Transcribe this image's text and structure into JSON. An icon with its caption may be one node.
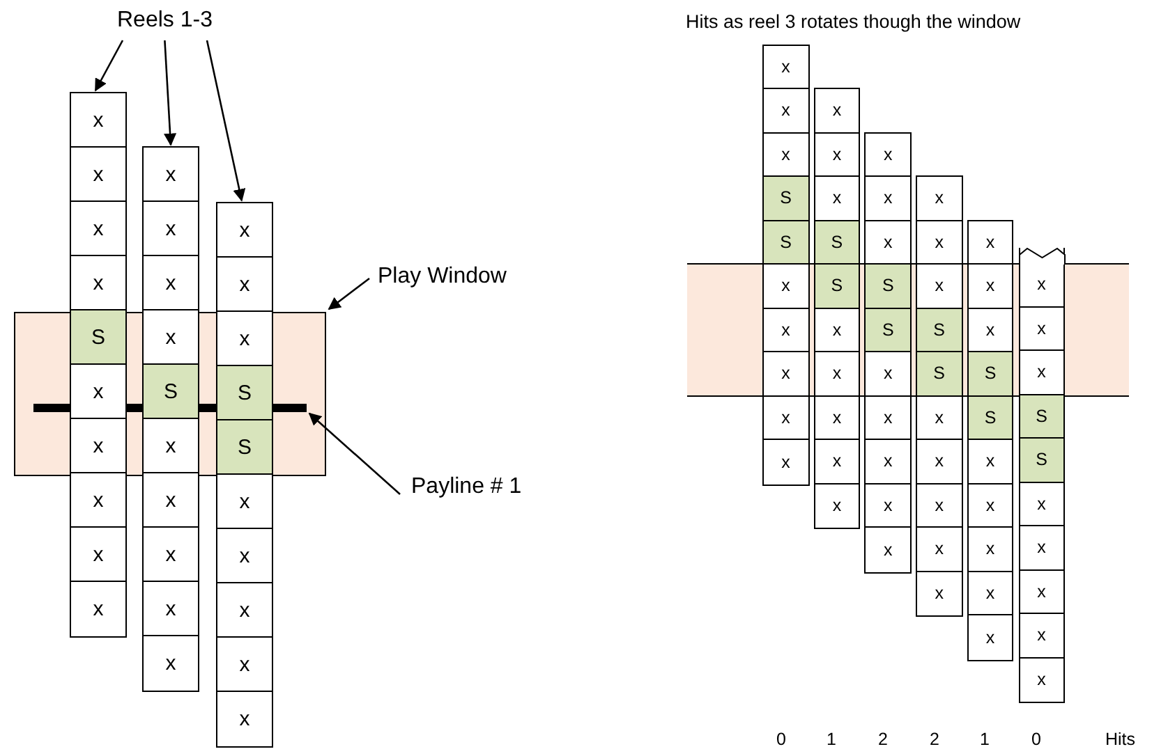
{
  "diagram": {
    "nodes": [
      {
        "text": [
          "Reels 1-3"
        ]
      },
      {
        "text": [],
        "shape": "box"
      },
      {
        "text": [
          "x"
        ],
        "in": 1
      },
      {
        "text": [
          "x"
        ],
        "in": 1
      },
      {
        "text": [
          "x"
        ],
        "in": 1
      },
      {
        "text": [
          "x"
        ],
        "in": 1
      },
      {
        "text": [
          "S"
        ]
      },
      {
        "text": [
          "x"
        ]
      },
      {
        "text": [
          "x"
        ]
      },
      {
        "text": [
          "x"
        ],
        "in": 1
      },
      {
        "text": [
          "x"
        ],
        "in": 1
      },
      {
        "text": [
          "x"
        ],
        "in": 1
      },
      {
        "text": [],
        "shape": "box"
      },
      {
        "text": [
          "x"
        ],
        "in": 12
      },
      {
        "text": [
          "x"
        ],
        "in": 12
      },
      {
        "text": [
          "x"
        ],
        "in": 12
      },
      {
        "text": [
          "x"
        ]
      },
      {
        "text": [
          "S"
        ]
      },
      {
        "text": [
          "x"
        ]
      },
      {
        "text": [
          "x"
        ],
        "in": 12
      },
      {
        "text": [
          "x"
        ],
        "in": 12
      },
      {
        "text": [
          "x"
        ],
        "in": 12
      },
      {
        "text": [
          "x"
        ],
        "in": 12
      },
      {
        "text": [],
        "shape": "box"
      },
      {
        "text": [
          "x"
        ],
        "in": 23
      },
      {
        "text": [
          "x"
        ],
        "in": 23
      },
      {
        "text": [
          "x"
        ]
      },
      {
        "text": [
          "S"
        ]
      },
      {
        "text": [
          "S"
        ]
      },
      {
        "text": [
          "x"
        ],
        "in": 23
      },
      {
        "text": [
          "x"
        ],
        "in": 23
      },
      {
        "text": [
          "x"
        ],
        "in": 23
      },
      {
        "text": [
          "x"
        ],
        "in": 23
      },
      {
        "text": [
          "x"
        ],
        "in": 23
      },
      {
        "text": [
          "Play Window"
        ]
      },
      {
        "text": [],
        "shape": "box"
      },
      {
        "text": [],
        "shape": "bar",
        "in": 35
      },
      {
        "text": [
          "Payline # 1"
        ]
      },
      {
        "text": [],
        "shape": "box"
      },
      {
        "text": [
          "x"
        ],
        "in": 38
      },
      {
        "text": [
          "x"
        ],
        "in": 38
      },
      {
        "text": [
          "x"
        ],
        "in": 38
      },
      {
        "text": [
          "S"
        ],
        "in": 38
      },
      {
        "text": [
          "S"
        ],
        "in": 38
      },
      {
        "text": [
          "x"
        ],
        "in": 38
      },
      {
        "text": [
          "x"
        ],
        "in": 38
      },
      {
        "text": [
          "x"
        ],
        "in": 38
      },
      {
        "text": [
          "x"
        ],
        "in": 38
      },
      {
        "text": [
          "x"
        ],
        "in": 38
      },
      {
        "text": [],
        "shape": "box"
      },
      {
        "text": [
          "x"
        ],
        "in": 49
      },
      {
        "text": [
          "x"
        ],
        "in": 49
      },
      {
        "text": [
          "x"
        ],
        "in": 49
      },
      {
        "text": [
          "S"
        ],
        "in": 49
      },
      {
        "text": [
          "S"
        ],
        "in": 49
      },
      {
        "text": [
          "x"
        ],
        "in": 49
      },
      {
        "text": [
          "x"
        ],
        "in": 49
      },
      {
        "text": [
          "x"
        ],
        "in": 49
      },
      {
        "text": [
          "x"
        ],
        "in": 49
      },
      {
        "text": [
          "x"
        ],
        "in": 49
      },
      {
        "text": [],
        "shape": "box"
      },
      {
        "text": [
          "x"
        ],
        "in": 60
      },
      {
        "text": [
          "x"
        ],
        "in": 60
      },
      {
        "text": [
          "x"
        ],
        "in": 60
      },
      {
        "text": [
          "S"
        ],
        "in": 60
      },
      {
        "text": [
          "S"
        ],
        "in": 60
      },
      {
        "text": [
          "x"
        ],
        "in": 60
      },
      {
        "text": [
          "x"
        ],
        "in": 60
      },
      {
        "text": [
          "x"
        ],
        "in": 60
      },
      {
        "text": [
          "x"
        ],
        "in": 60
      },
      {
        "text": [
          "x"
        ],
        "in": 60
      },
      {
        "text": [],
        "shape": "box"
      },
      {
        "text": [
          "x"
        ],
        "in": 71
      },
      {
        "text": [
          "x"
        ],
        "in": 71
      },
      {
        "text": [
          "x"
        ],
        "in": 71
      },
      {
        "text": [
          "S"
        ],
        "in": 71
      },
      {
        "text": [
          "S"
        ],
        "in": 71
      },
      {
        "text": [
          "x"
        ],
        "in": 71
      },
      {
        "text": [
          "x"
        ],
        "in": 71
      },
      {
        "text": [
          "x"
        ],
        "in": 71
      },
      {
        "text": [
          "x"
        ],
        "in": 71
      },
      {
        "text": [
          "x"
        ],
        "in": 71
      },
      {
        "text": [],
        "shape": "box"
      },
      {
        "text": [
          "x"
        ],
        "in": 82
      },
      {
        "text": [
          "x"
        ],
        "in": 82
      },
      {
        "text": [
          "x"
        ],
        "in": 82
      },
      {
        "text": [
          "S"
        ],
        "in": 82
      },
      {
        "text": [
          "S"
        ],
        "in": 82
      },
      {
        "text": [
          "x"
        ],
        "in": 82
      },
      {
        "text": [
          "x"
        ],
        "in": 82
      },
      {
        "text": [
          "x"
        ],
        "in": 82
      },
      {
        "text": [
          "x"
        ],
        "in": 82
      },
      {
        "text": [
          "x"
        ],
        "in": 82
      },
      {
        "text": [],
        "shape": "box"
      },
      {
        "text": [
          "x"
        ],
        "in": 93
      },
      {
        "text": [
          "x"
        ],
        "in": 93
      },
      {
        "text": [
          "x"
        ],
        "in": 93
      },
      {
        "text": [
          "S"
        ],
        "in": 93
      },
      {
        "text": [
          "S"
        ],
        "in": 93
      },
      {
        "text": [
          "x"
        ],
        "in": 93
      },
      {
        "text": [
          "x"
        ],
        "in": 93
      },
      {
        "text": [
          "x"
        ],
        "in": 93
      },
      {
        "text": [
          "x"
        ],
        "in": 93
      },
      {
        "text": [
          "x"
        ],
        "in": 93
      }
    ],
    "edges": [
      {
        "from": 0,
        "to": 1,
        "arrow": "to"
      },
      {
        "from": 0,
        "to": 12,
        "arrow": "to"
      },
      {
        "from": 0,
        "to": 23,
        "arrow": "to"
      },
      {
        "from": 34,
        "to": 35,
        "arrow": "to"
      },
      {
        "from": 37,
        "to": 36,
        "arrow": "to"
      }
    ],
    "labels": [
      "Hits as reel 3 rotates though the window",
      "0",
      "1",
      "2",
      "2",
      "1",
      "0",
      "Hits"
    ]
  }
}
